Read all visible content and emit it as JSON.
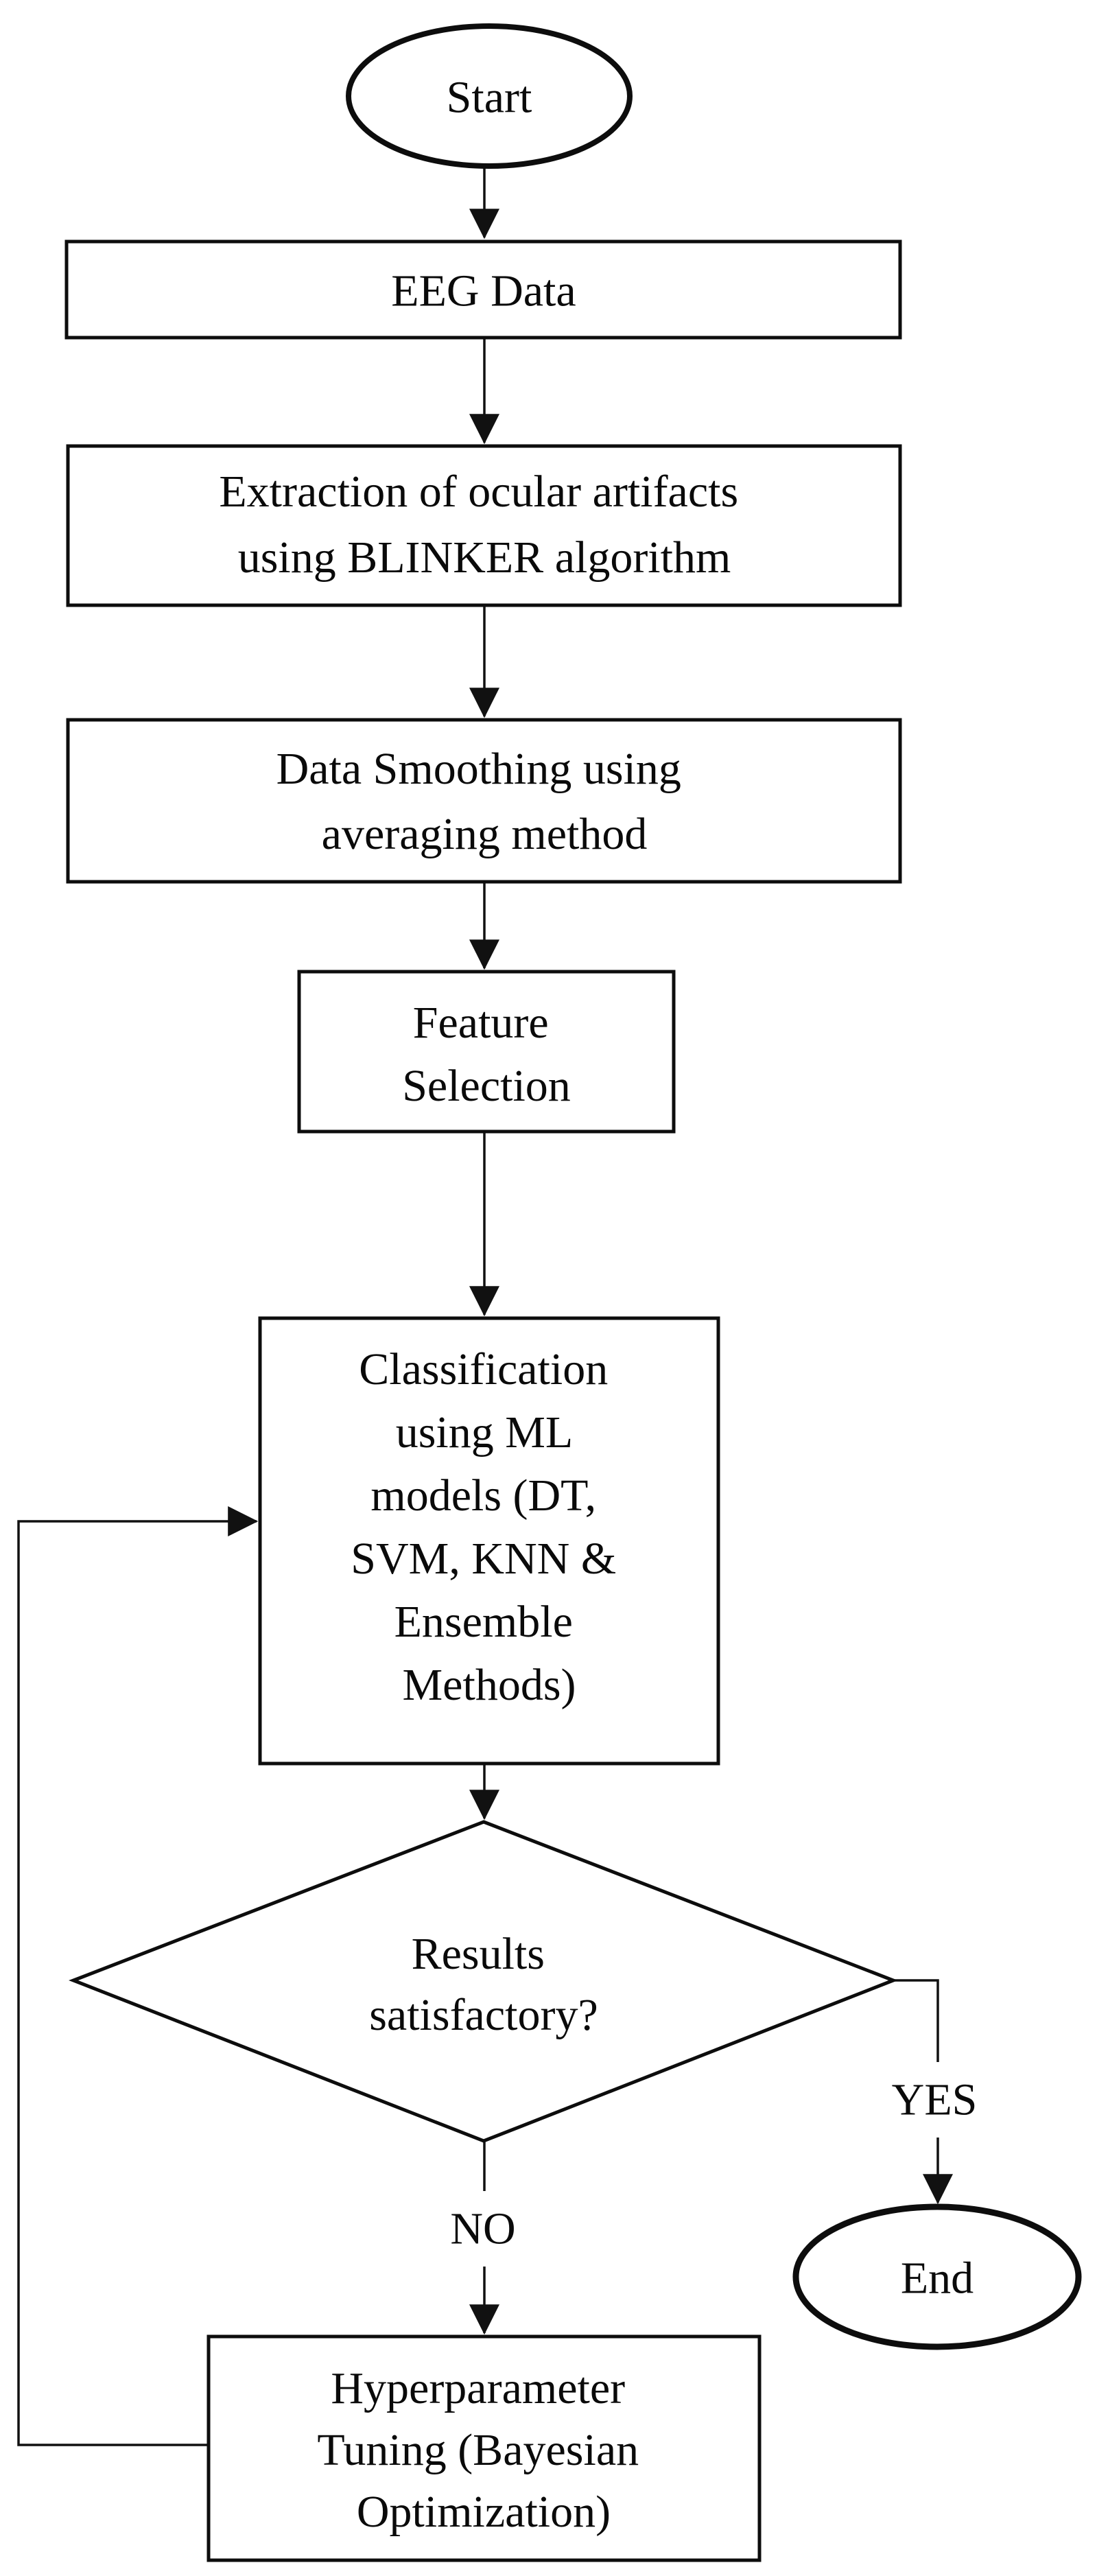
{
  "diagram": {
    "description": "Flowchart of EEG machine-learning classification pipeline",
    "colors": {
      "ink": "#0d0d0d",
      "background": "#ffffff"
    },
    "nodes": {
      "start": {
        "type": "terminator",
        "label": "Start"
      },
      "eeg_data": {
        "type": "process",
        "lines": [
          "EEG Data"
        ]
      },
      "extraction": {
        "type": "process",
        "lines": [
          "Extraction of ocular artifacts",
          "using BLINKER algorithm"
        ]
      },
      "smoothing": {
        "type": "process",
        "lines": [
          "Data Smoothing using",
          "averaging method"
        ]
      },
      "feature_selection": {
        "type": "process",
        "lines": [
          "Feature",
          "Selection"
        ]
      },
      "classification": {
        "type": "process",
        "lines": [
          "Classification",
          "using ML",
          "models (DT,",
          "SVM, KNN &",
          "Ensemble",
          "Methods)"
        ]
      },
      "decision": {
        "type": "decision",
        "lines": [
          "Results",
          "satisfactory?"
        ]
      },
      "hyperparameter": {
        "type": "process",
        "lines": [
          "Hyperparameter",
          "Tuning (Bayesian",
          "Optimization)"
        ]
      },
      "end": {
        "type": "terminator",
        "label": "End"
      }
    },
    "edge_labels": {
      "yes": "YES",
      "no": "NO"
    },
    "edges": [
      {
        "from": "start",
        "to": "eeg_data"
      },
      {
        "from": "eeg_data",
        "to": "extraction"
      },
      {
        "from": "extraction",
        "to": "smoothing"
      },
      {
        "from": "smoothing",
        "to": "feature_selection"
      },
      {
        "from": "feature_selection",
        "to": "classification"
      },
      {
        "from": "classification",
        "to": "decision"
      },
      {
        "from": "decision",
        "to": "end",
        "label": "YES"
      },
      {
        "from": "decision",
        "to": "hyperparameter",
        "label": "NO"
      },
      {
        "from": "hyperparameter",
        "to": "classification"
      }
    ]
  }
}
